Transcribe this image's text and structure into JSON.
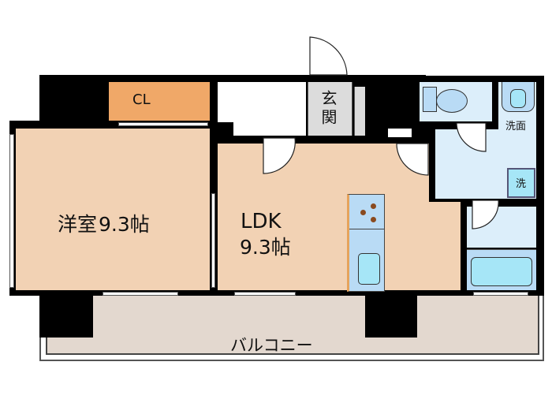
{
  "colors": {
    "wall": "#000000",
    "room_floor": "#f2d2b4",
    "closet": "#f0a868",
    "entrance": "#dcdcdc",
    "wet_area": "#dceefa",
    "fixture": "#b9dbf5",
    "fixture_inner": "#a6e6f7",
    "balcony": "#e3d8cf",
    "stove_burner": "#8a4a1f"
  },
  "rooms": {
    "western_room": {
      "name": "洋室",
      "size": "9.3帖"
    },
    "ldk": {
      "name": "LDK",
      "size": "9.3帖"
    },
    "closet": {
      "name": "CL"
    },
    "entrance": {
      "name": "玄関"
    },
    "washroom": {
      "name": "洗面"
    },
    "washing_machine": {
      "name": "洗"
    },
    "balcony": {
      "name": "バルコニー"
    }
  }
}
